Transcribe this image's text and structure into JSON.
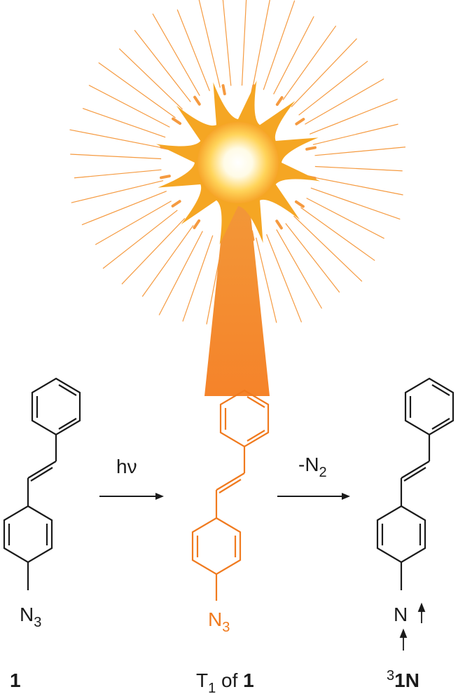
{
  "colors": {
    "black": "#1a1a1a",
    "orange": "#f07a1e",
    "sun_core": "#ffffff",
    "sun_glow": "#ffd060",
    "sun_body": "#f5a623",
    "beam": "#f5842a"
  },
  "reaction": {
    "step1_label": "hν",
    "step2_label_prefix": "-N",
    "step2_label_sub": "2"
  },
  "compounds": {
    "reactant": {
      "atom_main": "N",
      "atom_sub": "3",
      "label": "1"
    },
    "excited": {
      "atom_main": "N",
      "atom_sub": "3",
      "label_prefix": "T",
      "label_sub": "1",
      "label_mid": " of ",
      "label_bold": "1"
    },
    "product": {
      "atom": "N",
      "label_sup": "3",
      "label_bold": "1N"
    }
  }
}
